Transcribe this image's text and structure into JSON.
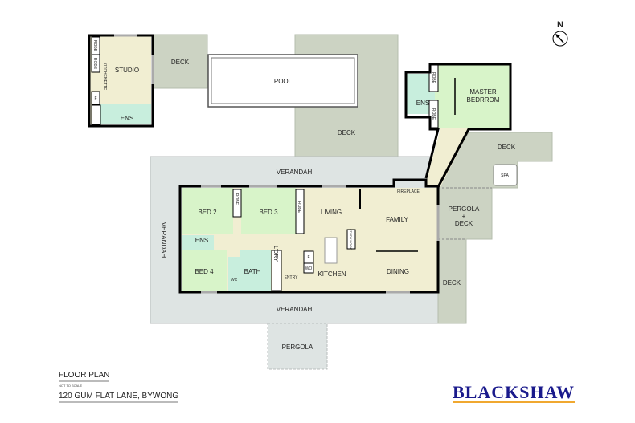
{
  "plan": {
    "title": "FLOOR PLAN",
    "scale_note": "NOT TO SCALE",
    "address": "120 GUM FLAT LANE, BYWONG",
    "brand": "BLACKSHAW",
    "north": "N",
    "rooms": {
      "studio": "STUDIO",
      "kitchenette": "KITCHENETTE",
      "robe": "ROBE",
      "f": "F",
      "ens": "ENS",
      "deck": "DECK",
      "pool": "POOL",
      "master_bedroom_1": "MASTER",
      "master_bedroom_2": "BEDRROM",
      "verandah": "VERANDAH",
      "fireplace": "FIREPLACE",
      "bed2": "BED 2",
      "bed3": "BED 3",
      "bed4": "BED 4",
      "living": "LIVING",
      "family": "FAMILY",
      "dining": "DINING",
      "kitchen": "KITCHEN",
      "study_nook": "STUDY NOOK",
      "bath": "BATH",
      "wc": "WC",
      "ldry": "L'DRY",
      "entry": "ENTRY",
      "wo": "WO",
      "spa": "SPA",
      "pergola": "PERGOLA",
      "plus": "+",
      "pergola_deck": "DECK"
    }
  },
  "colors": {
    "deck": "#ccd3c3",
    "verandah": "#dee4e3",
    "bedroom": "#d8f4c9",
    "living": "#f1eed2",
    "wet": "#c8eedd",
    "brand": "#1a1a8c",
    "brand_underline": "#f0a830"
  }
}
